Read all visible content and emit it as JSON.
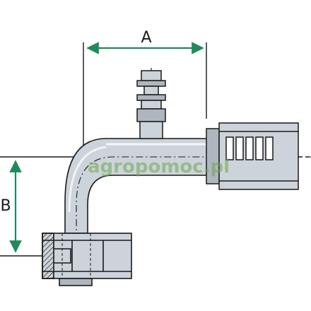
{
  "diagram": {
    "dimension_a_label": "A",
    "dimension_b_label": "B",
    "watermark_text": "agropomoc.pl",
    "colors": {
      "arrow": "#1f8a5a",
      "outline": "#1a1a1a",
      "metal": "#cdd3da",
      "metal_shade": "#aeb6bf",
      "watermark_green": "#6aa84f",
      "watermark_red": "#e0312b"
    }
  }
}
